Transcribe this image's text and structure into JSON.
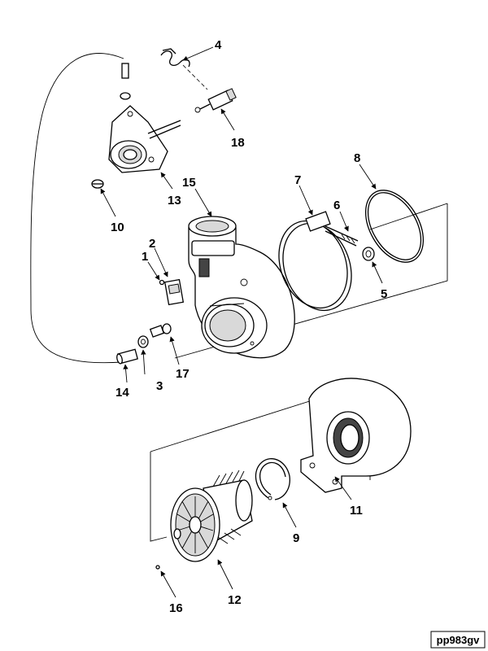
{
  "callouts": {
    "c1": "1",
    "c2": "2",
    "c3": "3",
    "c4": "4",
    "c5": "5",
    "c6": "6",
    "c7": "7",
    "c8": "8",
    "c9": "9",
    "c10": "10",
    "c11": "11",
    "c12": "12",
    "c13": "13",
    "c14": "14",
    "c15": "15",
    "c16": "16",
    "c17": "17",
    "c18": "18"
  },
  "figure_code": "pp983gv"
}
